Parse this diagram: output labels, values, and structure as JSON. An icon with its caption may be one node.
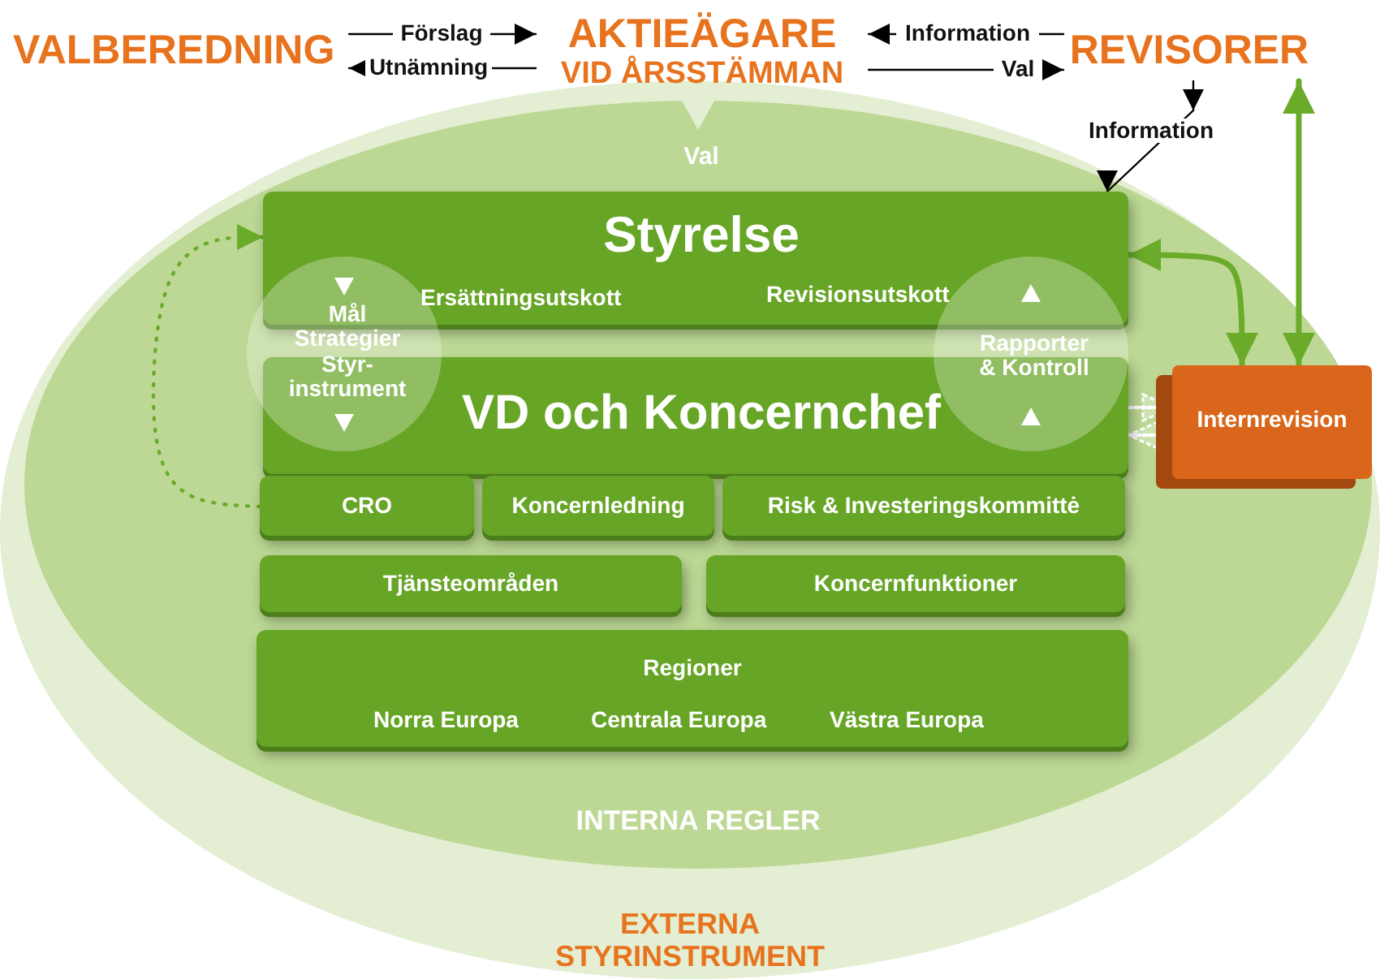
{
  "diagram": {
    "nodes": [
      {
        "text": [
          "VALBEREDNING"
        ]
      },
      {
        "text": [
          "AKTIEÄGARE",
          "VID ÅRSSTÄMMAN"
        ]
      },
      {
        "text": [
          "REVISORER"
        ]
      },
      {
        "text": [
          "EXTERNA STYRINSTRUMENT"
        ]
      },
      {
        "text": [
          "INTERNA REGLER"
        ],
        "in": 3
      },
      {
        "text": [
          "Styrelse",
          "Ersättningsutskott",
          "Revisionsutskott"
        ],
        "in": 4
      },
      {
        "text": [
          "VD och Koncernchef"
        ],
        "in": 4
      },
      {
        "text": [
          "Mål Strategier Styr-instrument"
        ],
        "in": 4
      },
      {
        "text": [
          "Rapporter & Kontroll"
        ],
        "in": 4
      },
      {
        "text": [
          "Internrevision"
        ],
        "in": 4
      },
      {
        "text": [
          "CRO"
        ],
        "in": 4
      },
      {
        "text": [
          "Koncernledning"
        ],
        "in": 4
      },
      {
        "text": [
          "Risk & Investeringskommittė"
        ],
        "in": 4
      },
      {
        "text": [
          "Tjänsteområden"
        ],
        "in": 4
      },
      {
        "text": [
          "Koncernfunktioner"
        ],
        "in": 4
      },
      {
        "text": [
          "Regioner",
          "Norra Europa",
          "Centrala Europa",
          "Västra Europa"
        ],
        "in": 4
      }
    ],
    "edges": [
      {
        "from": 0,
        "to": 1,
        "label": "Förslag",
        "arrow": "to"
      },
      {
        "from": 1,
        "to": 0,
        "label": "Utnämning",
        "arrow": "to"
      },
      {
        "from": 2,
        "to": 1,
        "label": "Information",
        "arrow": "to"
      },
      {
        "from": 1,
        "to": 2,
        "label": "Val",
        "arrow": "to"
      },
      {
        "from": 2,
        "to": 5,
        "label": "Information",
        "arrow": "to"
      },
      {
        "from": 5,
        "to": 9,
        "arrow": "both",
        "style": "thick",
        "color": "#6aab2a"
      },
      {
        "from": 9,
        "to": 2,
        "arrow": "both",
        "style": "thick",
        "color": "#6aab2a"
      },
      {
        "from": 10,
        "to": 5,
        "arrow": "to",
        "style": "dashed",
        "color": "#6aab2a"
      },
      {
        "from": 6,
        "to": 9,
        "arrow": "to",
        "style": "dashed",
        "color": "#ffffff"
      },
      {
        "from": 9,
        "to": 6,
        "arrow": "to",
        "style": "dashed",
        "color": "#ffffff"
      }
    ],
    "labels": [
      "Val"
    ]
  }
}
